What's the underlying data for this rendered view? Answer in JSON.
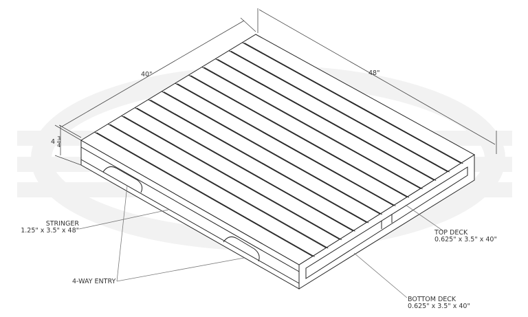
{
  "dimensions": {
    "width": "40\"",
    "length": "48\"",
    "height_whole": "4",
    "height_num": "3",
    "height_den": "4"
  },
  "callouts": {
    "stringer": {
      "name": "STRINGER",
      "size": "1.25\" x 3.5\" x 48\""
    },
    "top_deck": {
      "name": "TOP DECK",
      "size": "0.625\" x 3.5\" x 40\""
    },
    "bottom_deck": {
      "name": "BOTTOM DECK",
      "size": "0.625\" x 3.5\" x 40\""
    },
    "entry": "4-WAY ENTRY"
  },
  "top_deck_board_count": 13,
  "colors": {
    "line": "#222222",
    "leader": "#666666",
    "watermark": "#f1f1f1"
  }
}
